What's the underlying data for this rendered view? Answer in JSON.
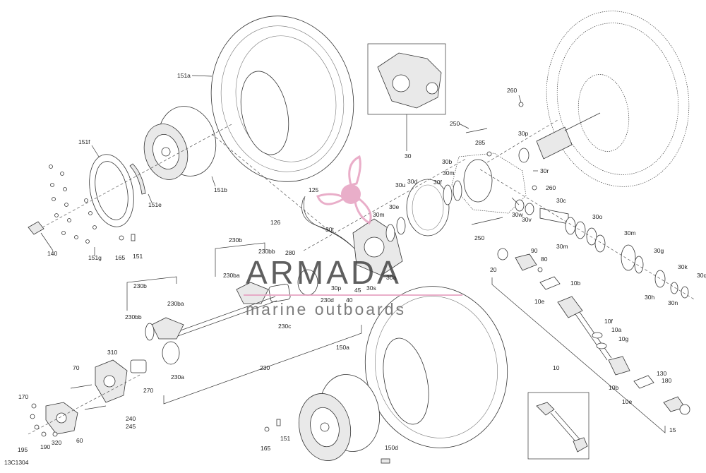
{
  "figure_code": "13C1304",
  "watermark": {
    "brand": "ARMADA",
    "tagline": "marine outboards",
    "accent_color": "#e6a0c0"
  },
  "callouts": {
    "c151a": "151a",
    "c151b": "151b",
    "c151e": "151e",
    "c151f": "151f",
    "c151g": "151g",
    "c151_top": "151",
    "c151_bot": "151",
    "c165_top": "165",
    "c165_bot": "165",
    "c140": "140",
    "c150a": "150a",
    "c150d": "150d",
    "c30": "30",
    "c30b": "30b",
    "c30c": "30c",
    "c30d": "30d",
    "c30e": "30e",
    "c30f": "30f",
    "c30g": "30g",
    "c30h": "30h",
    "c30k": "30k",
    "c30m_a": "30m",
    "c30m_b": "30m",
    "c30m_c": "30m",
    "c30m_d": "30m",
    "c30n": "30n",
    "c30o": "30o",
    "c30p_top": "30p",
    "c30p_bot": "30p",
    "c30q": "30q",
    "c30r": "30r",
    "c30s": "30s",
    "c30t": "30t",
    "c30u": "30u",
    "c30v": "30v",
    "c30w": "30w",
    "c30a": "30a",
    "c250_top": "250",
    "c250_bot": "250",
    "c260_top": "260",
    "c260_mid": "260",
    "c285": "285",
    "c125": "125",
    "c126": "126",
    "c280": "280",
    "c45": "45",
    "c40": "40",
    "c230_top": "230",
    "c230b_a": "230b",
    "c230b_b": "230b",
    "c230bb_a": "230bb",
    "c230bb_b": "230bb",
    "c230ba_a": "230ba",
    "c230ba_b": "230ba",
    "c230a": "230a",
    "c230c": "230c",
    "c230d": "230d",
    "c310": "310",
    "c270": "270",
    "c70": "70",
    "c240": "240",
    "c245": "245",
    "c170": "170",
    "c195": "195",
    "c190": "190",
    "c320": "320",
    "c60": "60",
    "c20": "20",
    "c90": "90",
    "c80": "80",
    "c10": "10",
    "c10b_a": "10b",
    "c10b_b": "10b",
    "c10e_a": "10e",
    "c10e_b": "10e",
    "c10f": "10f",
    "c10a": "10a",
    "c10g": "10g",
    "c130": "130",
    "c180": "180",
    "c15": "15"
  }
}
